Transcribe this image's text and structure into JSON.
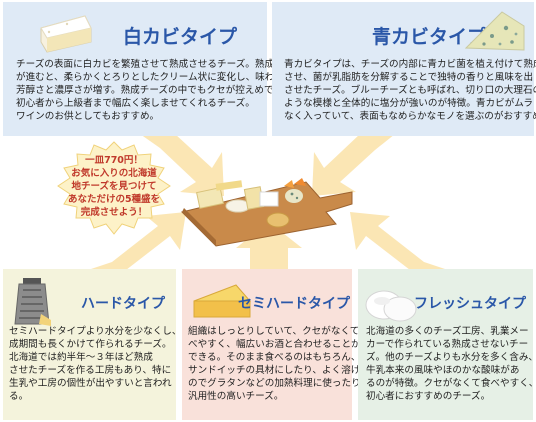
{
  "colors": {
    "title": "#2a57a8",
    "callout_text": "#c0392b",
    "arrow": "#fbe6b4"
  },
  "panels": {
    "white": {
      "title": "白カビタイプ",
      "lines": [
        "チーズの表面に白カビを繁殖させて熟成させるチーズ。熟成",
        "が進むと、柔らかくとろりとしたクリーム状に変化し、味わいも",
        "芳醇さと濃厚さが増す。熟成チーズの中でもクセが控えめで、",
        "初心者から上級者まで幅広く楽しませてくれるチーズ。",
        "ワインのお供としてもおすすめ。"
      ]
    },
    "blue": {
      "title": "青カビタイプ",
      "lines": [
        "青カビタイプは、チーズの内部に青カビ菌を植え付けて熟成",
        "させ、菌が乳脂肪を分解することで独特の香りと風味を出",
        "させたチーズ。ブルーチーズとも呼ばれ、切り口の大理石の",
        "ような模様と全体的に塩分が強いのが特徴。青カビがムラ",
        "なく入っていて、表面もなめらかなモノを選ぶのがおすすめ。"
      ]
    },
    "hard": {
      "title": "ハードタイプ",
      "lines": [
        "セミハードタイプより水分を少なくし、熟",
        "成期間も長くかけて作られるチーズ。",
        "北海道では約半年～３年ほど熟成",
        "させたチーズを作る工房もあり、特に",
        "生乳や工房の個性が出やすいと言われ",
        "る。"
      ]
    },
    "semi": {
      "title": "セミハードタイプ",
      "lines": [
        "組織はしっとりしていて、クセがなくて食",
        "べやすく、幅広いお酒と合わせることが",
        "できる。そのまま食べるのはもちろん、",
        "サンドイッチの具材にしたり、よく溶ける",
        "のでグラタンなどの加熱料理に使ったり、",
        "汎用性の高いチーズ。"
      ]
    },
    "fresh": {
      "title": "フレッシュタイプ",
      "lines": [
        "北海道の多くのチーズ工房、乳業メー",
        "カーで作られている熟成させないチー",
        "ズ。他のチーズよりも水分を多く含み、",
        "牛乳本来の風味やほのかな酸味があ",
        "るのが特徴。クセがなくて食べやすく、",
        "初心者におすすめのチーズ。"
      ]
    }
  },
  "callout": {
    "lines": [
      "一皿770円！",
      "お気に入りの北海道",
      "地チーズを見つけて",
      "あなただけの5種盛を",
      "完成させよう！"
    ]
  }
}
